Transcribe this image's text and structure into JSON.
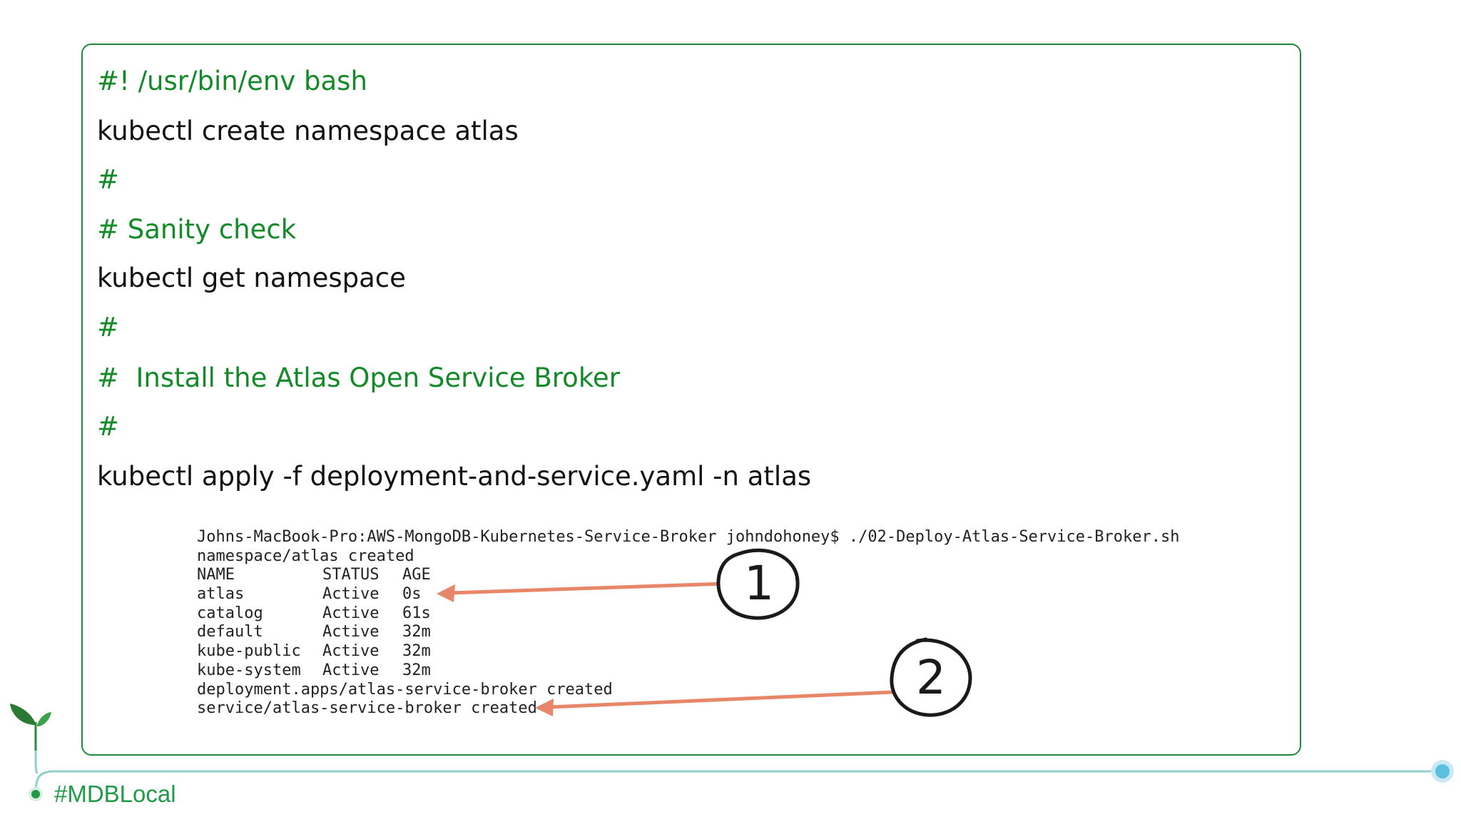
{
  "script": {
    "lines": [
      {
        "text": "#! /usr/bin/env bash",
        "kind": "comment"
      },
      {
        "text": "kubectl create namespace atlas",
        "kind": "command"
      },
      {
        "text": "#",
        "kind": "comment"
      },
      {
        "text": "# Sanity check",
        "kind": "comment"
      },
      {
        "text": "kubectl get namespace",
        "kind": "command"
      },
      {
        "text": "#",
        "kind": "comment"
      },
      {
        "text": "#  Install the Atlas Open Service Broker",
        "kind": "comment"
      },
      {
        "text": "#",
        "kind": "comment"
      },
      {
        "text": "kubectl apply -f deployment-and-service.yaml -n atlas",
        "kind": "command"
      }
    ]
  },
  "terminal": {
    "prompt_line": "Johns-MacBook-Pro:AWS-MongoDB-Kubernetes-Service-Broker johndohoney$ ./02-Deploy-Atlas-Service-Broker.sh",
    "namespace_created": "namespace/atlas created",
    "table": {
      "headers": [
        "NAME",
        "STATUS",
        "AGE"
      ],
      "rows": [
        [
          "atlas",
          "Active",
          "0s"
        ],
        [
          "catalog",
          "Active",
          "61s"
        ],
        [
          "default",
          "Active",
          "32m"
        ],
        [
          "kube-public",
          "Active",
          "32m"
        ],
        [
          "kube-system",
          "Active",
          "32m"
        ]
      ]
    },
    "deployment_created": "deployment.apps/atlas-service-broker created",
    "service_created": "service/atlas-service-broker created"
  },
  "callouts": [
    {
      "number": "1"
    },
    {
      "number": "2"
    }
  ],
  "footer": {
    "hashtag": "#MDBLocal"
  },
  "colors": {
    "comment": "#138a28",
    "command": "#111111",
    "border": "#1e8a3a",
    "arrow": "#e8866a",
    "timeline": "#8fd0c8",
    "timeline_dot": "#5bc0de",
    "hashtag": "#1f9a46"
  },
  "icons": {
    "logo": "sprout-icon"
  }
}
